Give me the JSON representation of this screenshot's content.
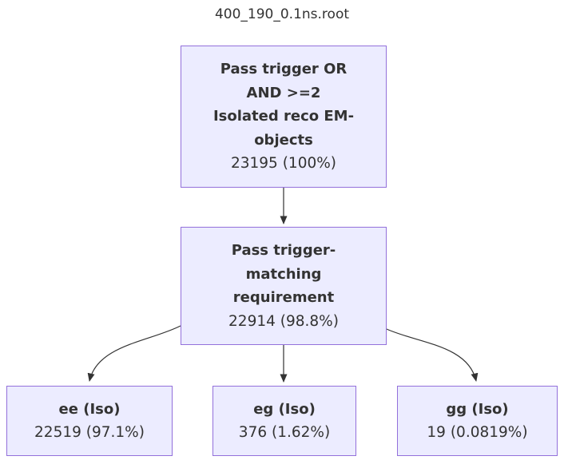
{
  "title": "400_190_0.1ns.root",
  "colors": {
    "node_fill": "#ECECFF",
    "node_border": "#9370DB",
    "edge": "#333333",
    "text": "#333333",
    "background": "#ffffff"
  },
  "nodes": {
    "root": {
      "label": "Pass trigger OR\nAND >=2\nIsolated reco EM-\nobjects",
      "stat": "23195 (100%)"
    },
    "match": {
      "label": "Pass trigger-\nmatching\nrequirement",
      "stat": "22914 (98.8%)"
    },
    "ee": {
      "label": "ee (Iso)",
      "stat": "22519 (97.1%)"
    },
    "eg": {
      "label": "eg (Iso)",
      "stat": "376 (1.62%)"
    },
    "gg": {
      "label": "gg (Iso)",
      "stat": "19 (0.0819%)"
    }
  },
  "edges": [
    {
      "from": "root",
      "to": "match"
    },
    {
      "from": "match",
      "to": "ee"
    },
    {
      "from": "match",
      "to": "eg"
    },
    {
      "from": "match",
      "to": "gg"
    }
  ]
}
